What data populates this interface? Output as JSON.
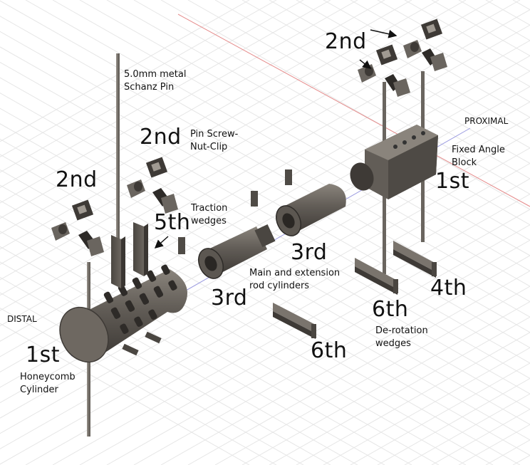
{
  "labels": {
    "pin": "5.0mm metal\nSchanz Pin",
    "pin_screw": "Pin Screw-\nNut-Clip",
    "traction": "Traction\nwedges",
    "main_ext": "Main and extension\nrod cylinders",
    "fixed_block": "Fixed Angle\nBlock",
    "derotation": "De-rotation\nwedges",
    "honeycomb": "Honeycomb\nCylinder",
    "proximal": "PROXIMAL",
    "distal": "DISTAL"
  },
  "steps": {
    "second_top": "2nd",
    "second_mid": "2nd",
    "second_left": "2nd",
    "fifth": "5th",
    "third_a": "3rd",
    "third_b": "3rd",
    "first_block": "1st",
    "fourth": "4th",
    "sixth_a": "6th",
    "sixth_b": "6th",
    "first_cyl": "1st"
  },
  "colors": {
    "part": "#5b5650",
    "part_light": "#7a746d",
    "part_dark": "#3a3632",
    "grid": "#e4e4e4",
    "axis_red": "#e07070",
    "axis_blue": "#8080d0"
  }
}
